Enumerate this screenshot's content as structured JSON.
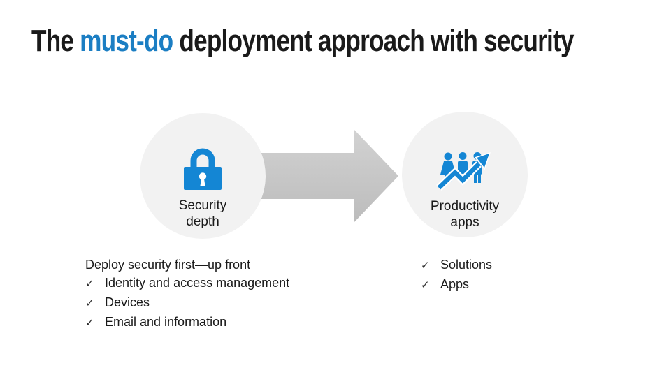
{
  "slide": {
    "title": {
      "prefix": "The ",
      "highlight": "must-do",
      "suffix": " deployment approach with security"
    },
    "check": "✓",
    "left_circle": {
      "label_line1": "Security",
      "label_line2": "depth",
      "icon": "lock-icon"
    },
    "right_circle": {
      "label_line1": "Productivity",
      "label_line2": "apps",
      "icon": "people-growth-icon"
    },
    "left_list": {
      "heading": "Deploy security first—up front",
      "items": [
        "Identity and access management",
        "Devices",
        "Email and information"
      ]
    },
    "right_list": {
      "items": [
        "Solutions",
        "Apps"
      ]
    },
    "colors": {
      "accent_blue": "#1B7EC3",
      "icon_blue": "#1486D4",
      "circle_gray": "#F2F2F2",
      "arrow_gray_top": "#D0D0D0",
      "arrow_gray_bottom": "#BDBDBD",
      "text": "#1A1A1A",
      "check": "#2E2E2E"
    }
  }
}
